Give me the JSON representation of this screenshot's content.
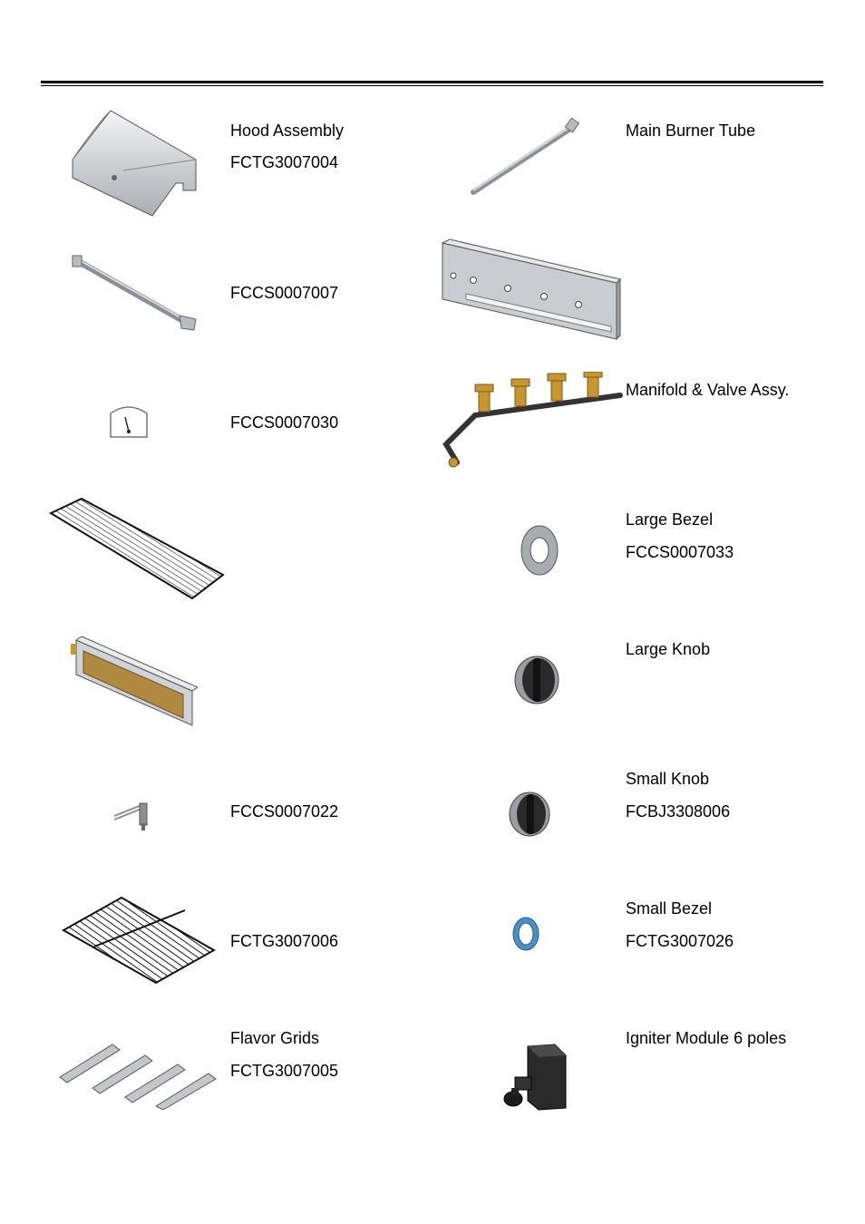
{
  "parts": [
    {
      "id": "hood",
      "name": "Hood Assembly",
      "code": "FCTG3007004",
      "icon": "hood-assembly"
    },
    {
      "id": "main-burner",
      "name": "Main Burner Tube",
      "code": "",
      "icon": "burner-tube"
    },
    {
      "id": "burner-2",
      "name": "",
      "code": "FCCS0007007",
      "icon": "burner-tube"
    },
    {
      "id": "control-panel",
      "name": "",
      "code": "",
      "icon": "control-panel"
    },
    {
      "id": "thermometer",
      "name": "",
      "code": "FCCS0007030",
      "icon": "thermometer"
    },
    {
      "id": "manifold",
      "name": "Manifold & Valve Assy.",
      "code": "",
      "icon": "manifold-valves"
    },
    {
      "id": "warming-rack",
      "name": "",
      "code": "",
      "icon": "warming-rack"
    },
    {
      "id": "large-bezel",
      "name": "Large Bezel",
      "code": "FCCS0007033",
      "icon": "bezel"
    },
    {
      "id": "infrared-burner",
      "name": "",
      "code": "",
      "icon": "infrared-burner"
    },
    {
      "id": "large-knob",
      "name": "Large Knob",
      "code": "",
      "icon": "knob"
    },
    {
      "id": "electrode",
      "name": "",
      "code": "FCCS0007022",
      "icon": "electrode"
    },
    {
      "id": "small-knob",
      "name": "Small Knob",
      "code": "FCBJ3308006",
      "icon": "knob"
    },
    {
      "id": "cooking-grid",
      "name": "",
      "code": "FCTG3007006",
      "icon": "cooking-grid"
    },
    {
      "id": "small-bezel",
      "name": "Small Bezel",
      "code": "FCTG3007026",
      "icon": "bezel"
    },
    {
      "id": "flavor-grids",
      "name": "Flavor Grids",
      "code": "FCTG3007005",
      "icon": "flavor-grids"
    },
    {
      "id": "igniter",
      "name": "Igniter Module 6 poles",
      "code": "",
      "icon": "igniter-module"
    }
  ],
  "colors": {
    "line": "#000000",
    "steel": "#b8bcc2",
    "brass": "#c8962e",
    "blue": "#4a90c8",
    "knob": "#2a2a2a"
  }
}
